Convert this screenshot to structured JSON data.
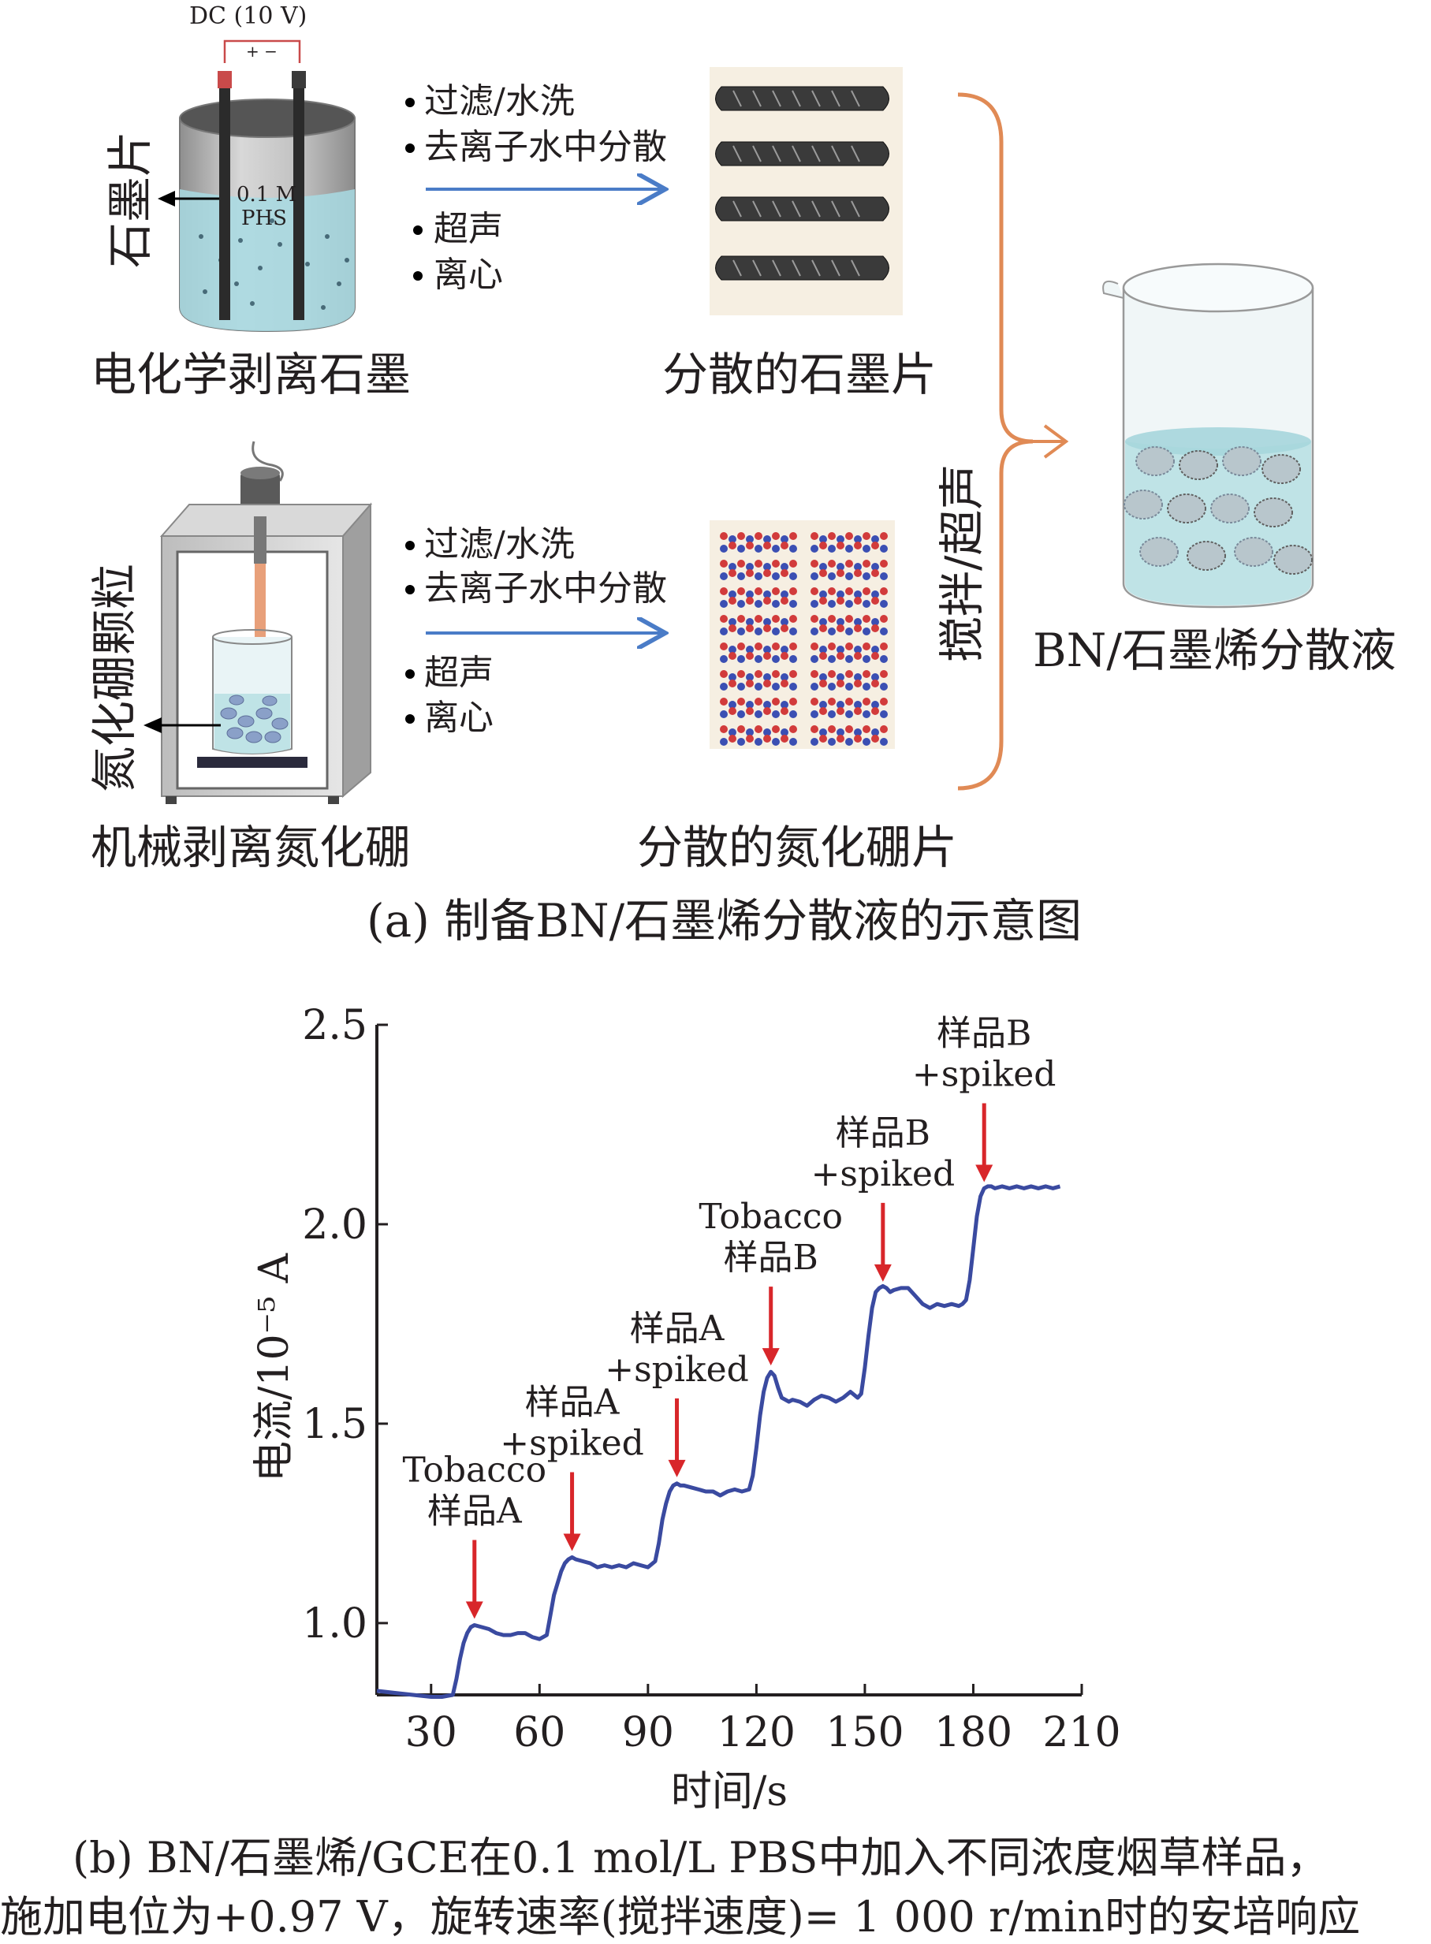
{
  "panel_a": {
    "top_process": {
      "power_label": "DC (10 V)",
      "polarity": "+ −",
      "electrode_label": "石墨片",
      "electrolyte_label_1": "0.1 M",
      "electrolyte_label_2": "PHS",
      "steps": [
        "过滤/水洗",
        "去离子水中分散",
        "超声",
        "离心"
      ],
      "method_label": "电化学剥离石墨",
      "product_label": "分散的石墨片"
    },
    "bottom_process": {
      "particle_label": "氮化硼颗粒",
      "steps": [
        "过滤/水洗",
        "去离子水中分散",
        "超声",
        "离心"
      ],
      "method_label": "机械剥离氮化硼",
      "product_label": "分散的氮化硼片"
    },
    "merge_label": "搅拌/超声",
    "final_label": "BN/石墨烯分散液",
    "caption": "(a) 制备BN/石墨烯分散液的示意图",
    "colors": {
      "arrow": "#4a7cc7",
      "brace": "#e08a55",
      "liquid": "#bfe3e6",
      "graphene": "#333333",
      "bn_red": "#d23b3b",
      "bn_blue": "#3b4fb3"
    }
  },
  "panel_b": {
    "caption_line1": "(b) BN/石墨烯/GCE在0.1 mol/L PBS中加入不同浓度烟草样品，",
    "caption_line2": "施加电位为+0.97 V，旋转速率(搅拌速度)= 1 000 r/min时的安培响应",
    "chart_data": {
      "type": "line",
      "xlabel": "时间/s",
      "ylabel": "电流/10⁻⁵ A",
      "xlim": [
        15,
        210
      ],
      "ylim": [
        0.82,
        2.5
      ],
      "x_ticks": [
        30,
        60,
        90,
        120,
        150,
        180,
        210
      ],
      "y_ticks": [
        1.0,
        1.5,
        2.0,
        2.5
      ],
      "x_tick_labels": [
        "30",
        "60",
        "90",
        "120",
        "150",
        "180",
        "210"
      ],
      "y_tick_labels": [
        "1.0",
        "1.5",
        "2.0",
        "2.5"
      ],
      "line_color": "#3a4aa0",
      "series": [
        {
          "x": [
            15,
            20,
            25,
            30,
            33,
            36,
            37,
            38,
            39,
            40,
            41,
            42,
            44,
            46,
            48,
            50,
            52,
            54,
            56,
            58,
            60,
            62,
            63,
            64,
            65,
            66,
            67,
            68,
            69,
            70,
            72,
            74,
            76,
            78,
            80,
            82,
            84,
            86,
            88,
            90,
            92,
            93,
            94,
            95,
            96,
            97,
            98,
            99,
            100,
            102,
            104,
            106,
            108,
            110,
            112,
            114,
            116,
            118,
            119,
            120,
            121,
            122,
            123,
            124,
            125,
            126,
            127,
            128,
            129,
            130,
            132,
            134,
            136,
            138,
            140,
            142,
            144,
            146,
            148,
            149,
            150,
            151,
            152,
            153,
            154,
            155,
            156,
            157,
            158,
            160,
            162,
            164,
            166,
            168,
            170,
            172,
            174,
            176,
            177,
            178,
            179,
            180,
            181,
            182,
            183,
            184,
            185,
            186,
            188,
            190,
            192,
            194,
            196,
            198,
            200,
            202,
            204
          ],
          "y": [
            0.83,
            0.825,
            0.82,
            0.815,
            0.815,
            0.82,
            0.86,
            0.91,
            0.95,
            0.975,
            0.99,
            0.995,
            0.99,
            0.985,
            0.975,
            0.97,
            0.97,
            0.975,
            0.975,
            0.965,
            0.96,
            0.97,
            1.02,
            1.07,
            1.1,
            1.13,
            1.15,
            1.16,
            1.165,
            1.16,
            1.155,
            1.15,
            1.14,
            1.145,
            1.14,
            1.145,
            1.14,
            1.15,
            1.145,
            1.14,
            1.155,
            1.2,
            1.26,
            1.3,
            1.33,
            1.345,
            1.35,
            1.345,
            1.345,
            1.34,
            1.335,
            1.33,
            1.33,
            1.32,
            1.33,
            1.335,
            1.33,
            1.335,
            1.37,
            1.44,
            1.52,
            1.58,
            1.615,
            1.63,
            1.62,
            1.59,
            1.565,
            1.56,
            1.555,
            1.56,
            1.555,
            1.545,
            1.56,
            1.57,
            1.565,
            1.555,
            1.565,
            1.58,
            1.565,
            1.575,
            1.64,
            1.72,
            1.79,
            1.83,
            1.84,
            1.845,
            1.84,
            1.83,
            1.835,
            1.84,
            1.84,
            1.82,
            1.8,
            1.79,
            1.8,
            1.795,
            1.8,
            1.795,
            1.8,
            1.81,
            1.86,
            1.94,
            2.02,
            2.07,
            2.09,
            2.095,
            2.095,
            2.09,
            2.095,
            2.09,
            2.095,
            2.09,
            2.095,
            2.09,
            2.095,
            2.09,
            2.095
          ]
        }
      ],
      "annotations": [
        {
          "lines": [
            "Tobacco",
            "样品A"
          ],
          "x": 42,
          "y": 0.995
        },
        {
          "lines": [
            "样品A",
            "+spiked"
          ],
          "x": 69,
          "y": 1.165
        },
        {
          "lines": [
            "样品A",
            "+spiked"
          ],
          "x": 98,
          "y": 1.35
        },
        {
          "lines": [
            "Tobacco",
            "样品B"
          ],
          "x": 124,
          "y": 1.63
        },
        {
          "lines": [
            "样品B",
            "+spiked"
          ],
          "x": 155,
          "y": 1.84
        },
        {
          "lines": [
            "样品B",
            "+spiked"
          ],
          "x": 183,
          "y": 2.09
        }
      ]
    }
  }
}
